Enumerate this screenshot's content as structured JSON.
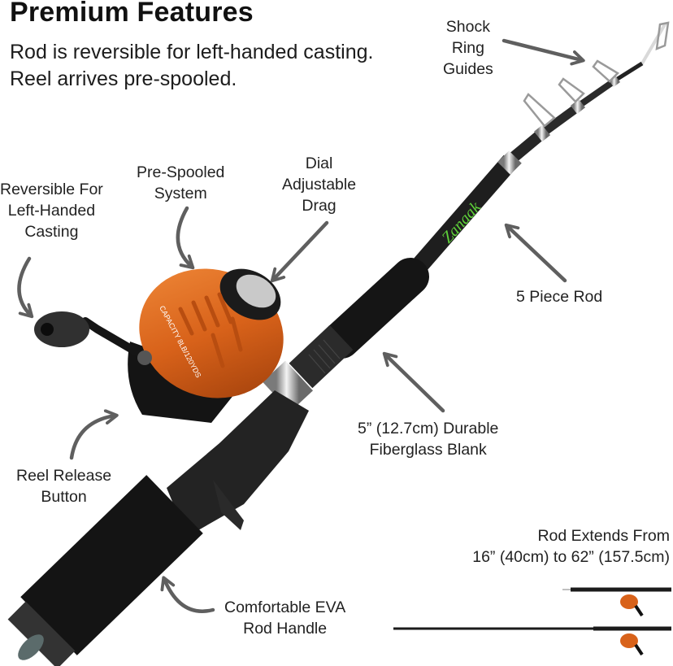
{
  "header": {
    "title": "Premium Features",
    "subtitle": "Rod is reversible for left-handed casting. Reel arrives pre-spooled."
  },
  "callouts": [
    {
      "id": "shock-ring-guides",
      "text": "Shock\nRing\nGuides"
    },
    {
      "id": "reversible",
      "text": "Reversible For\nLeft-Handed\nCasting"
    },
    {
      "id": "pre-spooled",
      "text": "Pre-Spooled\nSystem"
    },
    {
      "id": "dial-drag",
      "text": "Dial\nAdjustable\nDrag"
    },
    {
      "id": "five-piece",
      "text": "5 Piece Rod"
    },
    {
      "id": "fiberglass",
      "text": "5” (12.7cm) Durable\nFiberglass Blank"
    },
    {
      "id": "reel-release",
      "text": "Reel Release\nButton"
    },
    {
      "id": "eva-handle",
      "text": "Comfortable EVA\nRod Handle"
    },
    {
      "id": "extends",
      "text": "Rod Extends From\n16” (40cm) to 62” (157.5cm)"
    }
  ],
  "product": {
    "brand_logo_text": "Zanaak",
    "reel_print": "CAPACITY 8LB/120YDS"
  },
  "colors": {
    "arrow": "#5f5f5f",
    "reel_orange": "#d8621a",
    "brand_green": "#5fd23a",
    "rod_black": "#1b1b1b"
  }
}
